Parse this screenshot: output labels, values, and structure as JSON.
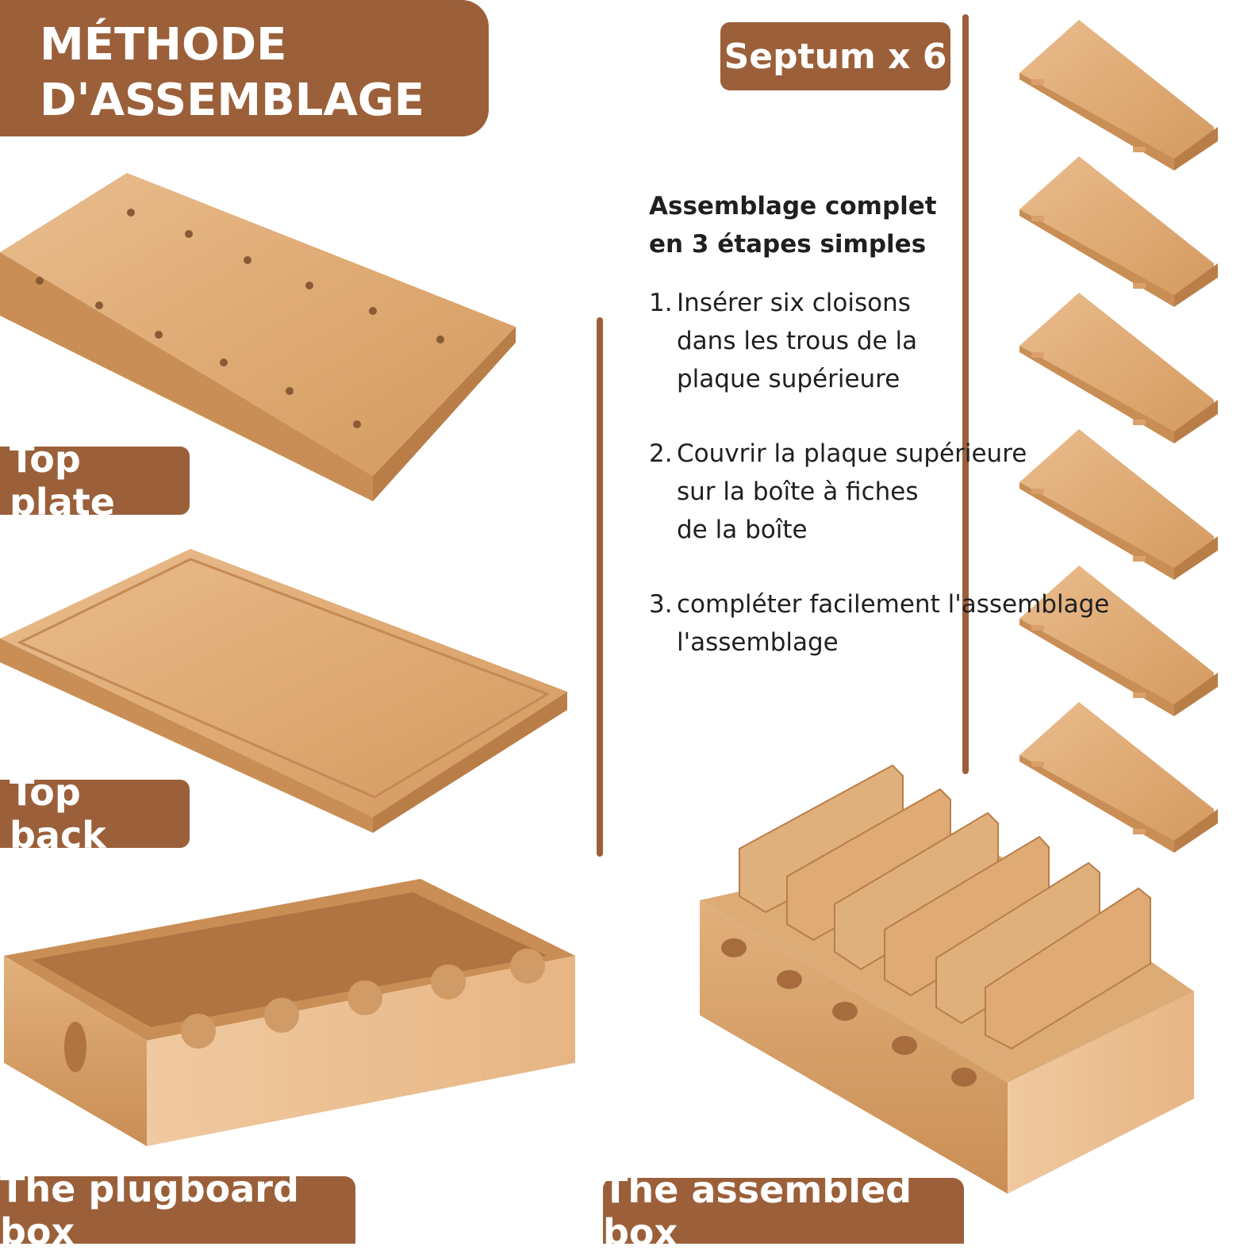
{
  "title": {
    "line1": "MÉTHODE",
    "line2": "D'ASSEMBLAGE"
  },
  "septum_label": "Septum x 6",
  "labels": {
    "top_plate": "Top plate",
    "top_back": "Top back",
    "plugboard_box": "The plugboard box",
    "assembled_box": "The assembled box"
  },
  "instructions": {
    "heading_line1": "Assemblage complet",
    "heading_line2": "en 3 étapes simples",
    "steps": [
      {
        "num": "1.",
        "lines": [
          "Insérer six cloisons",
          "dans les trous de la",
          "plaque supérieure"
        ]
      },
      {
        "num": "2.",
        "lines": [
          "Couvrir la plaque supérieure",
          "sur la boîte à fiches",
          "de la boîte"
        ]
      },
      {
        "num": "3.",
        "lines": [
          "compléter facilement l'assemblage",
          "l'assemblage"
        ]
      }
    ]
  },
  "colors": {
    "brand": "#9b603a",
    "wood_light": "#e8b98a",
    "wood_mid": "#d9a06b",
    "wood_dark": "#c48954"
  }
}
